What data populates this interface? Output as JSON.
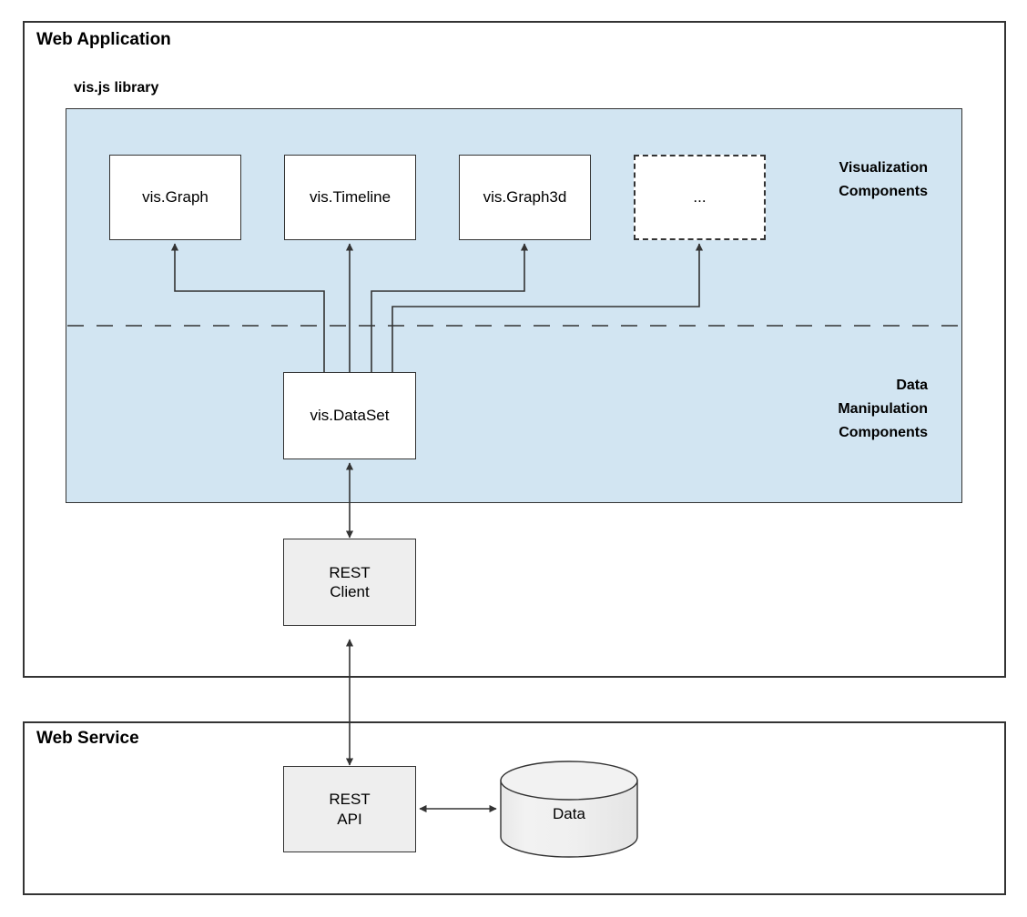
{
  "diagram": {
    "type": "architecture-block-diagram",
    "background": "#ffffff",
    "accent_panel_color": "#d2e5f2",
    "node_fill_white": "#ffffff",
    "node_fill_gray": "#eeeeee",
    "stroke_color": "#333333"
  },
  "frames": [
    {
      "title": "Web Application"
    },
    {
      "title": "Web Service"
    }
  ],
  "library": {
    "title": "vis.js library",
    "zones": [
      {
        "label": "Visualization\nComponents"
      },
      {
        "label": "Data\nManipulation\nComponents"
      }
    ],
    "visualization_components": [
      {
        "label": "vis.Graph",
        "style": "solid"
      },
      {
        "label": "vis.Timeline",
        "style": "solid"
      },
      {
        "label": "vis.Graph3d",
        "style": "solid"
      },
      {
        "label": "...",
        "style": "dashed"
      }
    ],
    "data_components": [
      {
        "label": "vis.DataSet",
        "style": "solid"
      }
    ]
  },
  "client": {
    "rest_client": {
      "line1": "REST",
      "line2": "Client"
    }
  },
  "service": {
    "rest_api": {
      "line1": "REST",
      "line2": "API"
    },
    "database": {
      "label": "Data"
    }
  }
}
